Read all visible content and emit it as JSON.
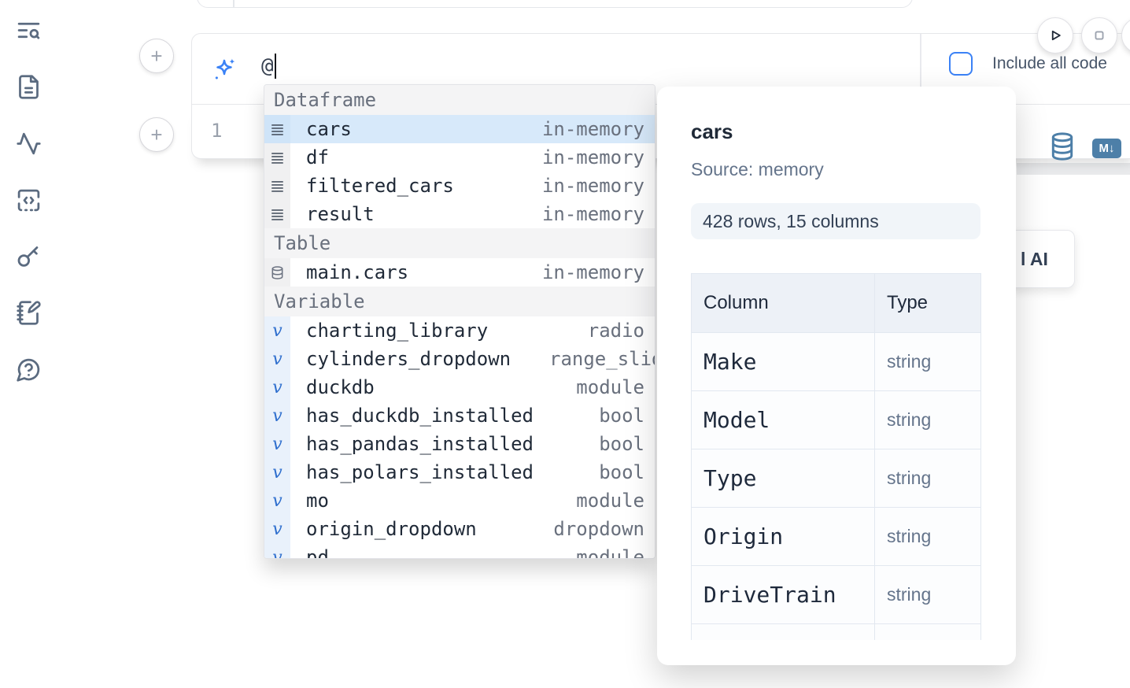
{
  "sidebar": {
    "items": [
      {
        "icon": "toc-search-icon"
      },
      {
        "icon": "file-document-icon"
      },
      {
        "icon": "activity-icon"
      },
      {
        "icon": "code-snippet-icon"
      },
      {
        "icon": "key-icon"
      },
      {
        "icon": "scratchpad-icon"
      },
      {
        "icon": "help-chat-icon"
      }
    ]
  },
  "toolbar": {
    "include_all_code_label": "Include all code",
    "markdown_badge": "M↓"
  },
  "prompt": {
    "text": "@"
  },
  "editor": {
    "line_number": "1",
    "add_button": "+"
  },
  "completion": {
    "sections": [
      {
        "label": "Dataframe",
        "icon": "dataframe",
        "items": [
          {
            "name": "cars",
            "type": "in-memory",
            "selected": true
          },
          {
            "name": "df",
            "type": "in-memory"
          },
          {
            "name": "filtered_cars",
            "type": "in-memory"
          },
          {
            "name": "result",
            "type": "in-memory"
          }
        ]
      },
      {
        "label": "Table",
        "icon": "database",
        "items": [
          {
            "name": "main.cars",
            "type": "in-memory"
          }
        ]
      },
      {
        "label": "Variable",
        "icon": "variable",
        "items": [
          {
            "name": "charting_library",
            "type": "radio"
          },
          {
            "name": "cylinders_dropdown",
            "type": "range_slider",
            "clip": true
          },
          {
            "name": "duckdb",
            "type": "module"
          },
          {
            "name": "has_duckdb_installed",
            "type": "bool"
          },
          {
            "name": "has_pandas_installed",
            "type": "bool"
          },
          {
            "name": "has_polars_installed",
            "type": "bool"
          },
          {
            "name": "mo",
            "type": "module"
          },
          {
            "name": "origin_dropdown",
            "type": "dropdown"
          },
          {
            "name": "pd",
            "type": "module"
          }
        ]
      }
    ]
  },
  "preview": {
    "title": "cars",
    "source": "Source: memory",
    "shape": "428 rows, 15 columns",
    "table": {
      "headers": [
        "Column",
        "Type"
      ],
      "rows": [
        [
          "Make",
          "string"
        ],
        [
          "Model",
          "string"
        ],
        [
          "Type",
          "string"
        ],
        [
          "Origin",
          "string"
        ],
        [
          "DriveTrain",
          "string"
        ],
        [
          "",
          ""
        ]
      ]
    }
  },
  "ai_button": {
    "visible_label": "l AI"
  },
  "colors": {
    "accent_blue": "#3b82f6",
    "selection_blue": "#d7e9fa",
    "steel_blue_icon": "#4d7fa8",
    "slate_text": "#64748b"
  }
}
